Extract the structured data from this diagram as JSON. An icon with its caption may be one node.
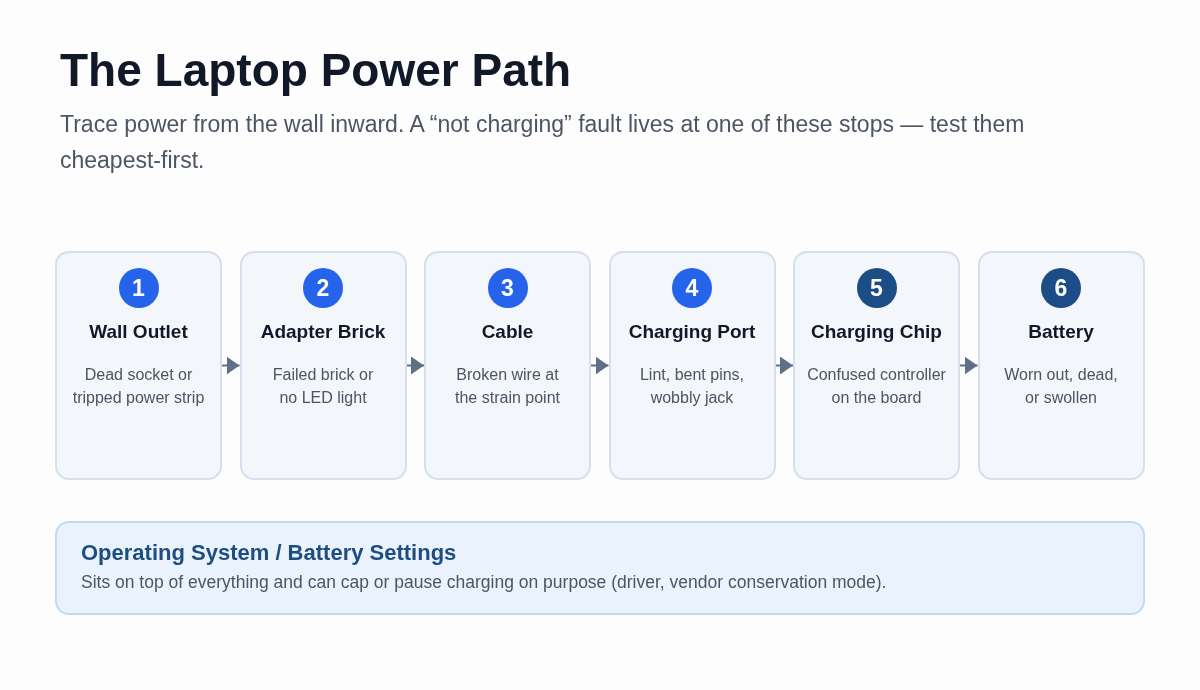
{
  "diagram": {
    "title": "The Laptop Power Path",
    "caption": "Trace power from the wall inward. A “not charging” fault lives at one of these stops — test them cheapest-first.",
    "nodes": [
      {
        "text": [
          "Wall Outlet",
          "Dead socket or tripped power strip"
        ]
      },
      {
        "text": [
          "1"
        ],
        "in": 0
      },
      {
        "text": [
          "Adapter Brick",
          "Failed brick or no LED light"
        ]
      },
      {
        "text": [
          "2"
        ],
        "in": 2
      },
      {
        "text": [
          "Cable",
          "Broken wire at the strain point"
        ]
      },
      {
        "text": [
          "3"
        ],
        "in": 4
      },
      {
        "text": [
          "Charging Port",
          "Lint, bent pins, wobbly jack"
        ]
      },
      {
        "text": [
          "4"
        ],
        "in": 6
      },
      {
        "text": [
          "Charging Chip",
          "Confused controller on the board"
        ]
      },
      {
        "text": [
          "5"
        ],
        "in": 8
      },
      {
        "text": [
          "Battery",
          "Worn out, dead, or swollen"
        ]
      },
      {
        "text": [
          "6"
        ],
        "in": 10
      },
      {
        "text": [
          "Operating System / Battery Settings",
          "Sits on top of everything and can cap or pause charging on purpose (driver, vendor conservation mode)."
        ]
      }
    ],
    "edges": [
      {
        "from": 0,
        "to": 2,
        "arrow": "to"
      },
      {
        "from": 2,
        "to": 4,
        "arrow": "to"
      },
      {
        "from": 4,
        "to": 6,
        "arrow": "to"
      },
      {
        "from": 6,
        "to": 8,
        "arrow": "to"
      },
      {
        "from": 8,
        "to": 10,
        "arrow": "to"
      }
    ]
  }
}
